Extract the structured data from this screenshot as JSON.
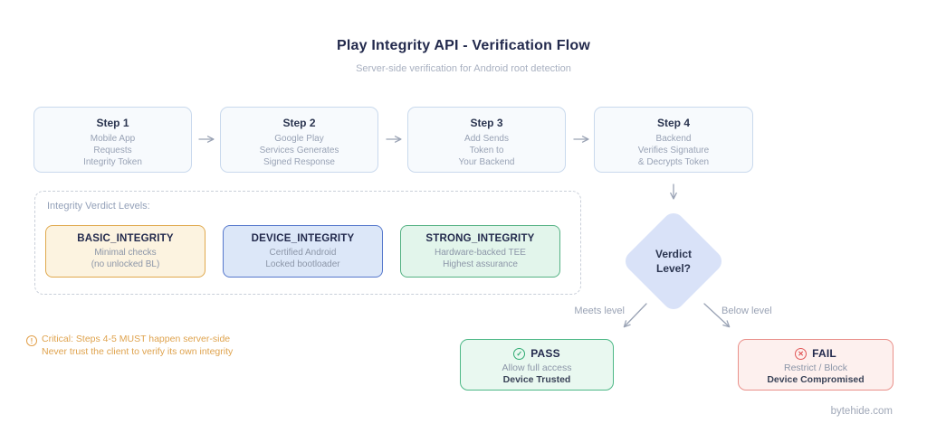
{
  "page": {
    "title": "Play Integrity API - Verification Flow",
    "subtitle": "Server-side verification for Android root detection",
    "footer": "bytehide.com"
  },
  "steps": [
    {
      "label": "Step 1",
      "lines": [
        "Mobile App",
        "Requests",
        "Integrity Token"
      ]
    },
    {
      "label": "Step 2",
      "lines": [
        "Google Play",
        "Services Generates",
        "Signed Response"
      ]
    },
    {
      "label": "Step 3",
      "lines": [
        "Add Sends",
        "Token to",
        "Your Backend"
      ]
    },
    {
      "label": "Step 4",
      "lines": [
        "Backend",
        "Verifies Signature",
        "& Decrypts Token"
      ]
    }
  ],
  "verdict_levels": {
    "label": "Integrity Verdict Levels:",
    "items": [
      {
        "name": "BASIC_INTEGRITY",
        "lines": [
          "Minimal checks",
          "(no unlocked BL)"
        ],
        "border_color": "#e0a94e",
        "fill_color": "#fcf3e0"
      },
      {
        "name": "DEVICE_INTEGRITY",
        "lines": [
          "Certified Android",
          "Locked bootloader"
        ],
        "border_color": "#5678cc",
        "fill_color": "#dce7f8"
      },
      {
        "name": "STRONG_INTEGRITY",
        "lines": [
          "Hardware-backed TEE",
          "Highest assurance"
        ],
        "border_color": "#55b284",
        "fill_color": "#e2f5eb"
      }
    ]
  },
  "decision": {
    "question_line1": "Verdict",
    "question_line2": "Level?",
    "meets_label": "Meets level",
    "below_label": "Below level",
    "diamond_fill": "#d9e2f8"
  },
  "warning": {
    "icon_glyph": "!",
    "line1": "Critical: Steps 4-5 MUST happen server-side",
    "line2": "Never trust the client to verify its own integrity",
    "color": "#dfa34e"
  },
  "outcomes": {
    "pass": {
      "title": "PASS",
      "icon_glyph": "✓",
      "line1": "Allow full access",
      "line2": "Device Trusted",
      "border_color": "#4db886",
      "fill_color": "#e9f8f0"
    },
    "fail": {
      "title": "FAIL",
      "icon_glyph": "✕",
      "line1": "Restrict / Block",
      "line2": "Device Compromised",
      "border_color": "#ea918b",
      "fill_color": "#fdf0ee"
    }
  },
  "colors": {
    "title_text": "#232a4d",
    "muted_text": "#9aa3b5",
    "step_fill": "#f7fafd",
    "step_border": "#c9d9ed",
    "arrow": "#9aa3b5"
  }
}
